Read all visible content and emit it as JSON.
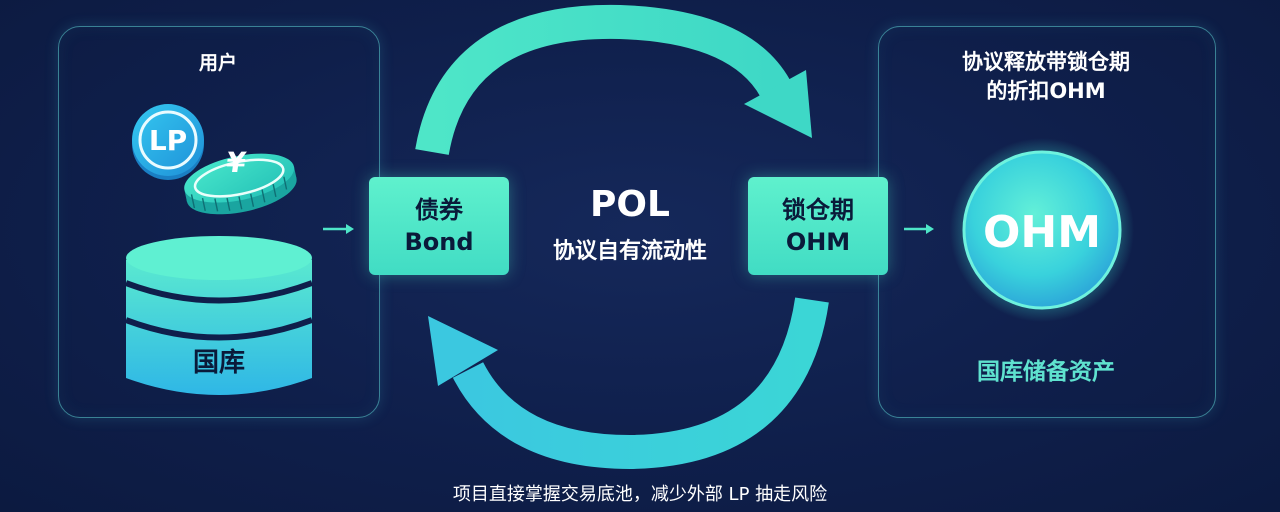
{
  "left_panel": {
    "title": "用户",
    "coin_lp_label": "LP",
    "coin_yen_label": "¥",
    "treasury_label": "国库"
  },
  "bond_box": {
    "line1": "债券",
    "line2": "Bond"
  },
  "center": {
    "title": "POL",
    "subtitle": "协议自有流动性"
  },
  "ohm_box": {
    "line1": "锁仓期",
    "line2": "OHM"
  },
  "right_panel": {
    "title_line1": "协议释放带锁仓期",
    "title_line2": "的折扣OHM",
    "coin_label": "OHM",
    "reserve_label": "国库储备资产"
  },
  "footer": "项目直接掌握交易底池，减少外部 LP 抽走风险",
  "colors": {
    "background": "#0f1f4b",
    "accent": "#4ee6c8",
    "accent_blue": "#3bb6e8",
    "text": "#ffffff"
  },
  "icons": [
    "lp-coin-icon",
    "yen-coin-icon",
    "treasury-database-icon",
    "ohm-coin-icon",
    "cycle-arrow-icon",
    "flow-arrow-icon"
  ]
}
